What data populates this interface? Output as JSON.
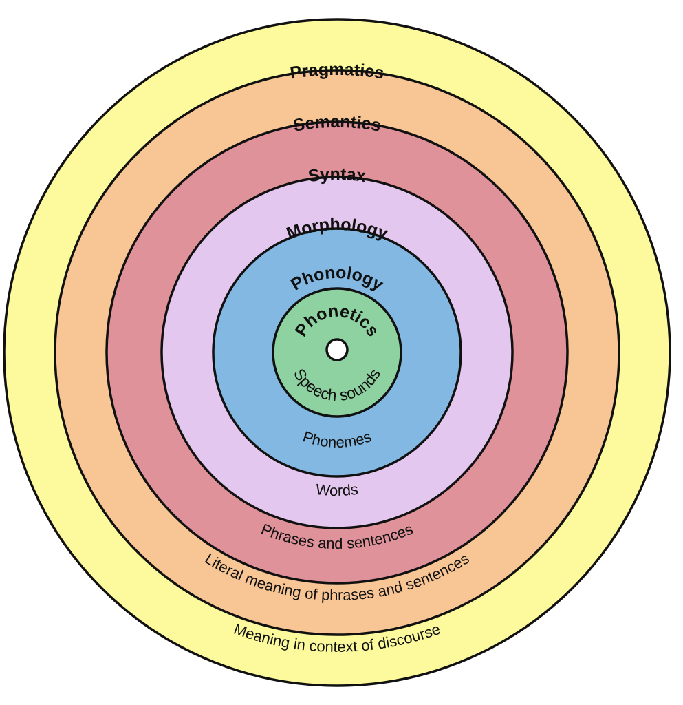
{
  "diagram": {
    "rings": [
      {
        "id": "pragmatics",
        "title": "Pragmatics",
        "description": "Meaning in context of discourse",
        "color": "#fcfa9c"
      },
      {
        "id": "semantics",
        "title": "Semantics",
        "description": "Literal meaning of phrases and sentences",
        "color": "#f8c594"
      },
      {
        "id": "syntax",
        "title": "Syntax",
        "description": "Phrases and sentences",
        "color": "#e0929a"
      },
      {
        "id": "morphology",
        "title": "Morphology",
        "description": "Words",
        "color": "#e4c7ee"
      },
      {
        "id": "phonology",
        "title": "Phonology",
        "description": "Phonemes",
        "color": "#82b8e1"
      },
      {
        "id": "phonetics",
        "title": "Phonetics",
        "description": "Speech sounds",
        "color": "#8fd2a1"
      }
    ]
  }
}
